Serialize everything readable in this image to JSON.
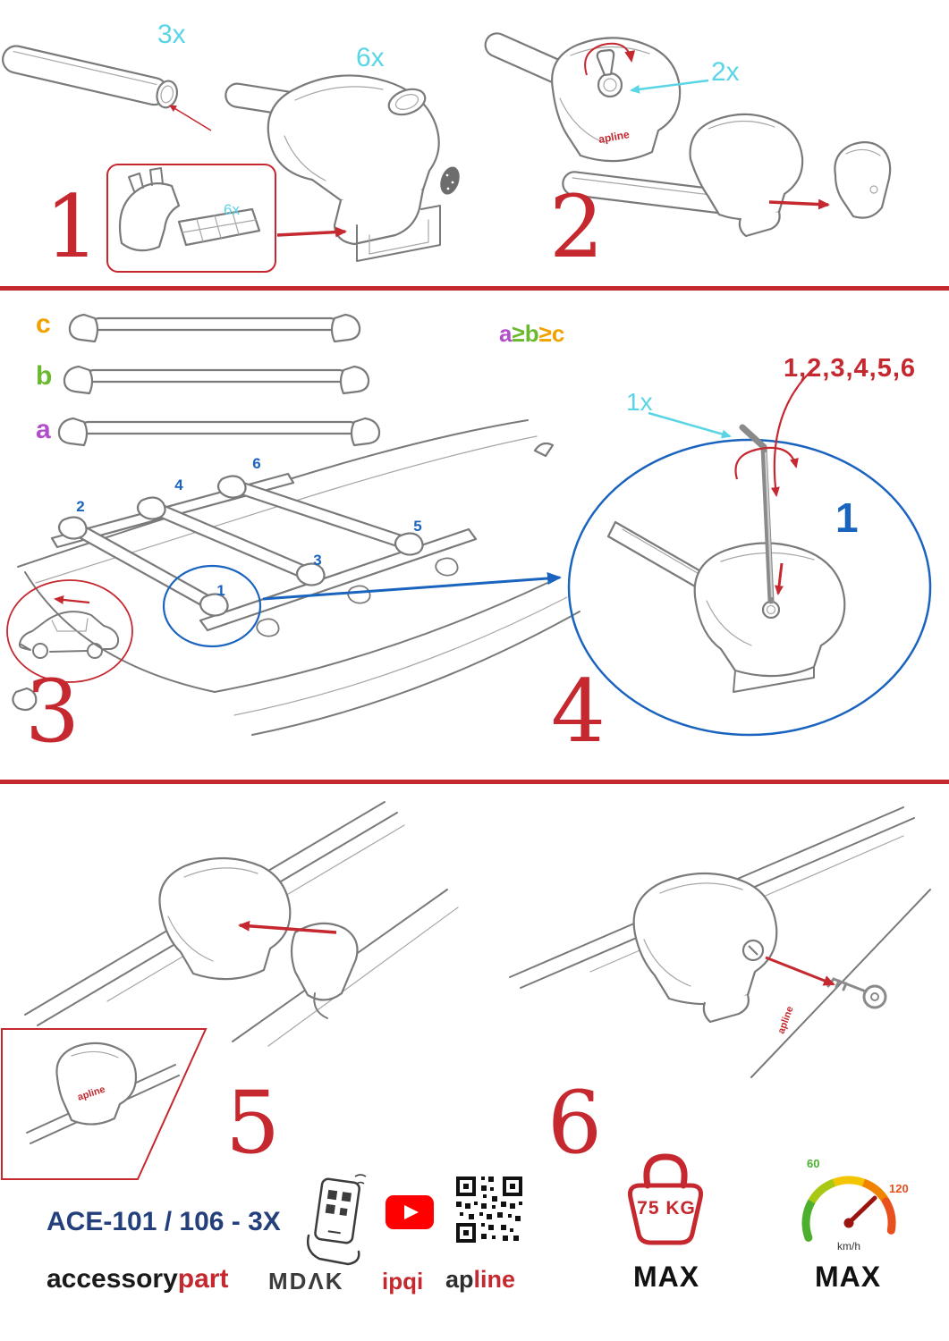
{
  "colors": {
    "red": "#c5282f",
    "cyan": "#59d5e6",
    "blue": "#1a63bf",
    "navy": "#24407c",
    "orange": "#f0a300",
    "green": "#6ab82e",
    "purple": "#b14fc9"
  },
  "step1": {
    "number": "1",
    "bar_qty": "3x",
    "foot_qty": "6x",
    "inset_qty": "6x"
  },
  "step2": {
    "number": "2",
    "key_qty": "2x",
    "part_brand": "apline"
  },
  "step3": {
    "number": "3",
    "label_a": "a",
    "label_b": "b",
    "label_c": "c",
    "formula": [
      "a",
      "≥",
      "b",
      "≥",
      "c"
    ],
    "positions": [
      "1",
      "2",
      "3",
      "4",
      "5",
      "6"
    ]
  },
  "step4": {
    "number": "4",
    "tighten_sequence": "1,2,3,4,5,6",
    "tool_qty": "1x",
    "highlight_position": "1"
  },
  "step5": {
    "number": "5",
    "part_brand": "apline"
  },
  "step6": {
    "number": "6",
    "part_brand": "apline"
  },
  "footer": {
    "model": "ACE-101 / 106 - 3X",
    "brand_prefix": "accessory",
    "brand_suffix": "part",
    "logo_mdak": "MDΛK",
    "logo_ipqi": "ipqi",
    "logo_apline_prefix": "ap",
    "logo_apline_suffix": "line",
    "weight_limit": "75 KG",
    "weight_max_label": "MAX",
    "speed_scale_low": "60",
    "speed_scale_high": "120",
    "speed_unit": "km/h",
    "speed_max_label": "MAX"
  }
}
